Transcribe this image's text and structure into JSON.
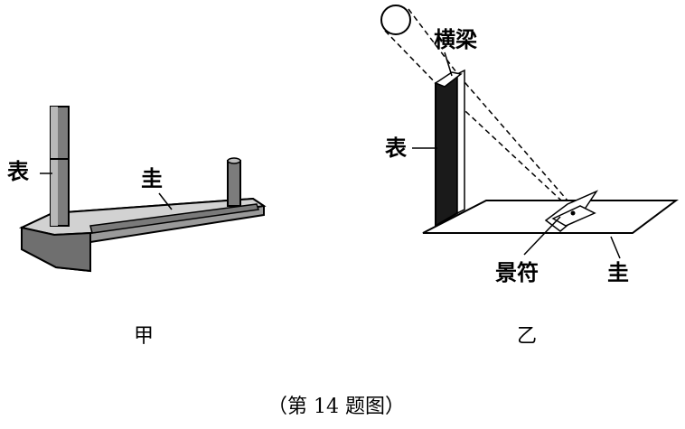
{
  "figure_left": {
    "label_biao": "表",
    "label_gui": "圭",
    "caption": "甲"
  },
  "figure_right": {
    "label_hengliang": "横梁",
    "label_biao": "表",
    "label_jingfu": "景符",
    "label_gui": "圭",
    "caption": "乙"
  },
  "figure_caption": "（第 14 题图）",
  "colors": {
    "ink": "#000000",
    "dark_fill": "#1a1a1a",
    "gray_base": "#8a8a8a",
    "light_gray": "#bdbdbd"
  }
}
